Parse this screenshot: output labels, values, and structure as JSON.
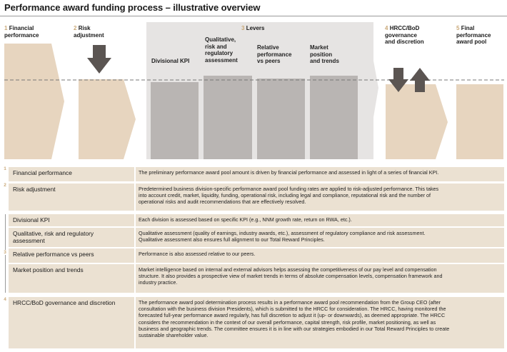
{
  "title": "Performance award funding process – illustrative overview",
  "steps": [
    {
      "num": "1",
      "label_lines": [
        "Financial",
        "performance"
      ]
    },
    {
      "num": "2",
      "label_lines": [
        "Risk",
        "adjustment"
      ]
    },
    {
      "num": "3",
      "label_lines": [
        "Levers"
      ]
    },
    {
      "num": "4",
      "label_lines": [
        "HRCC/BoD",
        "governance",
        "and discretion"
      ]
    },
    {
      "num": "5",
      "label_lines": [
        "Final",
        "performance",
        "award pool"
      ]
    }
  ],
  "levers": [
    {
      "label_lines": [
        "Divisional KPI"
      ]
    },
    {
      "label_lines": [
        "Qualitative,",
        "risk and",
        "regulatory",
        "assessment"
      ]
    },
    {
      "label_lines": [
        "Relative",
        "performance",
        "vs peers"
      ]
    },
    {
      "label_lines": [
        "Market",
        "position",
        "and trends"
      ]
    }
  ],
  "table": [
    {
      "marker": "1",
      "label": "Financial performance",
      "text": [
        "The preliminary performance award pool amount is driven by financial performance and assessed in light of a series of financial KPI."
      ]
    },
    {
      "marker": "2",
      "label": "Risk adjustment",
      "text": [
        "Predetermined business division-specific performance award pool funding rates are applied to risk-adjusted performance. This takes",
        "into account credit, market, liquidity, funding, operational risk, including legal and compliance, reputational risk and the number of",
        "operational risks and audit recommendations that are effectively resolved."
      ]
    },
    {
      "marker": "",
      "label": "Divisional KPI",
      "text": [
        "Each division is assessed based on specific KPI (e.g., NNM growth rate, return on RWA, etc.)."
      ]
    },
    {
      "marker": "",
      "label_lines": [
        "Qualitative, risk and regulatory",
        "assessment"
      ],
      "text": [
        "Qualitative assessment (quality of earnings, industry awards, etc.), assessment of regulatory compliance and risk assessment.",
        "Qualitative assessment also ensures full alignment to our Total Reward Principles."
      ]
    },
    {
      "marker": "3",
      "label": "Relative performance vs peers",
      "text": [
        "Performance is also assessed relative to our peers."
      ]
    },
    {
      "marker": "",
      "label": "Market position and trends",
      "text": [
        "Market intelligence based on internal and external advisors helps assessing the competitiveness of our pay level and compensation",
        "structure. It also provides a prospective view of market trends in terms of absolute compensation levels, compensation framework and",
        "industry practice."
      ]
    },
    {
      "marker": "4",
      "label": "HRCC/BoD governance and discretion",
      "text": [
        "The performance award pool determination process results in a performance award pool recommendation from the Group CEO (after",
        "consultation with the business division Presidents), which is submitted to the HRCC for consideration. The HRCC, having monitored the",
        "forecasted full-year performance award regularly, has full discretion to adjust it (up- or downwards), as deemed appropriate. The HRCC",
        "considers the recommendation in the context of our overall performance, capital strength, risk profile, market positioning, as well as",
        "business and geographic trends. The committee ensures it is in line with our strategies embodied in our Total Reward Principles to create",
        "sustainable shareholder value."
      ]
    }
  ],
  "colors": {
    "tan": "#e7d5bf",
    "grey": "#b9b5b3",
    "accent": "#c9a878",
    "arrow": "#5b5552"
  },
  "icons": [
    "down-arrow-icon",
    "up-arrow-icon"
  ]
}
